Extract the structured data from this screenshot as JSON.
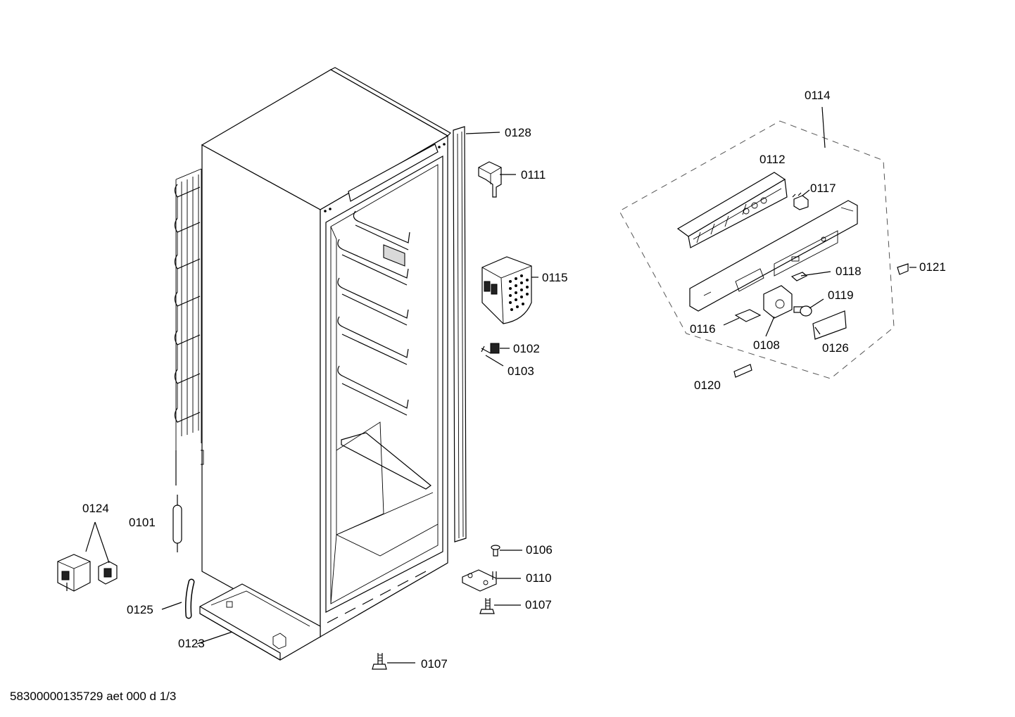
{
  "footer": "58300000135729 aet 000 d 1/3",
  "parts": [
    {
      "id": "p0128",
      "label": "0128"
    },
    {
      "id": "p0111",
      "label": "0111"
    },
    {
      "id": "p0115",
      "label": "0115"
    },
    {
      "id": "p0102",
      "label": "0102"
    },
    {
      "id": "p0103",
      "label": "0103"
    },
    {
      "id": "p0106",
      "label": "0106"
    },
    {
      "id": "p0110",
      "label": "0110"
    },
    {
      "id": "p0107a",
      "label": "0107"
    },
    {
      "id": "p0107b",
      "label": "0107"
    },
    {
      "id": "p0101",
      "label": "0101"
    },
    {
      "id": "p0124",
      "label": "0124"
    },
    {
      "id": "p0125",
      "label": "0125"
    },
    {
      "id": "p0123",
      "label": "0123"
    },
    {
      "id": "p0114",
      "label": "0114"
    },
    {
      "id": "p0112",
      "label": "0112"
    },
    {
      "id": "p0117",
      "label": "0117"
    },
    {
      "id": "p0118",
      "label": "0118"
    },
    {
      "id": "p0119",
      "label": "0119"
    },
    {
      "id": "p0121",
      "label": "0121"
    },
    {
      "id": "p0116",
      "label": "0116"
    },
    {
      "id": "p0108",
      "label": "0108"
    },
    {
      "id": "p0126",
      "label": "0126"
    },
    {
      "id": "p0120",
      "label": "0120"
    }
  ]
}
